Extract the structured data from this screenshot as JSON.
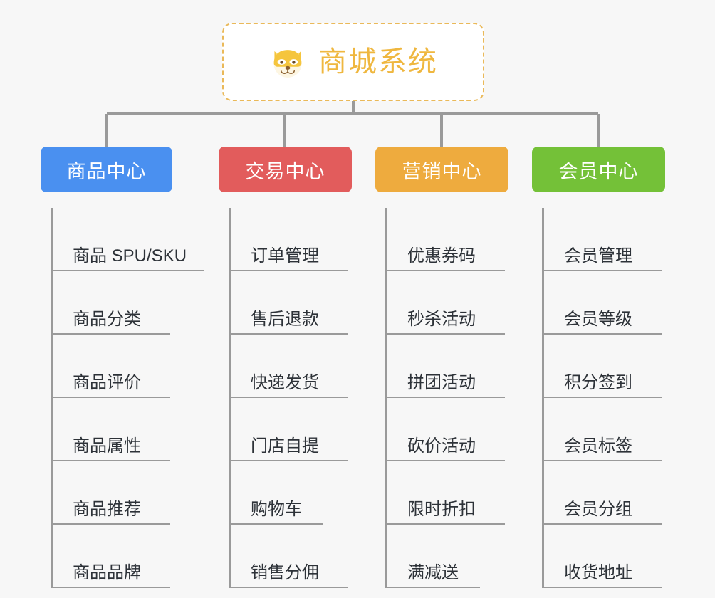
{
  "page": {
    "background_color": "#f7f7f7",
    "diagram_type": "mind-map"
  },
  "root": {
    "title": "商城系统",
    "icon": "shiba-dog-face-icon",
    "border_color": "#eab959",
    "text_color": "#efb73f",
    "background_color": "#ffffff"
  },
  "connector": {
    "color": "#9a9a9a"
  },
  "branches": [
    {
      "label": "商品中心",
      "color": "#4a90f0",
      "items": [
        "商品 SPU/SKU",
        "商品分类",
        "商品评价",
        "商品属性",
        "商品推荐",
        "商品品牌"
      ]
    },
    {
      "label": "交易中心",
      "color": "#e25c5c",
      "items": [
        "订单管理",
        "售后退款",
        "快递发货",
        "门店自提",
        "购物车",
        "销售分佣"
      ]
    },
    {
      "label": "营销中心",
      "color": "#eeab3e",
      "items": [
        "优惠券码",
        "秒杀活动",
        "拼团活动",
        "砍价活动",
        "限时折扣",
        "满减送"
      ]
    },
    {
      "label": "会员中心",
      "color": "#74c138",
      "items": [
        "会员管理",
        "会员等级",
        "积分签到",
        "会员标签",
        "会员分组",
        "收货地址"
      ]
    }
  ]
}
